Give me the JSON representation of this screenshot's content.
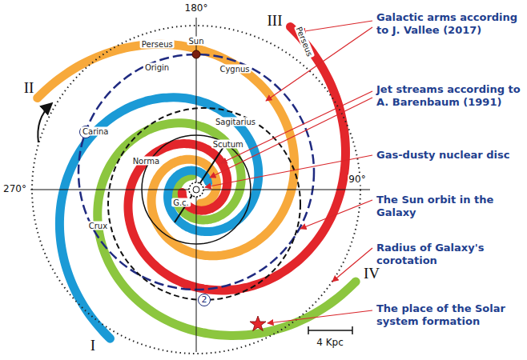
{
  "diagram": {
    "labels": [
      "180°",
      "Perseus",
      "III",
      "Perseus",
      "Sun",
      "Origin",
      "Cygnus",
      "II",
      "1",
      "Carina",
      "Sagitarius",
      "Crux",
      "Scutum",
      "Norma",
      "G.c.",
      "270°",
      "90°",
      "2",
      "I",
      "IV",
      "4 Kpc",
      "Galactic arms according to J. Vallee (2017)",
      "Jet streams according to A. Barenbaum (1991)",
      "Gas-dusty nuclear disc",
      "The Sun orbit in the Galaxy",
      "Radius of Galaxy's corotation",
      "The place of the Solar system formation"
    ]
  }
}
